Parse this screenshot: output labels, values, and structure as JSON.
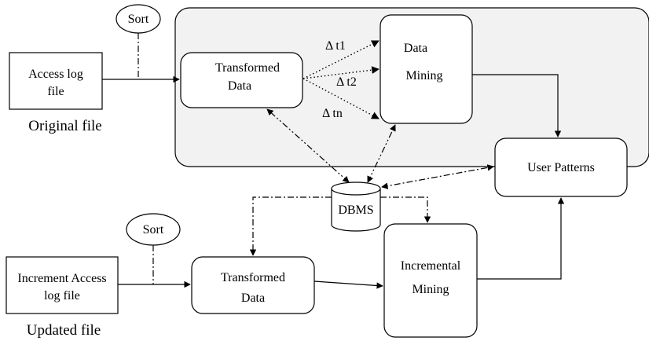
{
  "sort_top": "Sort",
  "sort_bottom": "Sort",
  "access_log_file": [
    "Access log",
    "file"
  ],
  "original_file_caption": "Original file",
  "transformed_data_top": [
    "Transformed",
    "Data"
  ],
  "data_mining": [
    "Data",
    "Mining"
  ],
  "delta_t1": "Δ t1",
  "delta_t2": "Δ t2",
  "delta_tn": "Δ tn",
  "user_patterns": "User Patterns",
  "dbms": "DBMS",
  "increment_access_log_file": [
    "Increment Access",
    "log file"
  ],
  "updated_file_caption": "Updated file",
  "transformed_data_bottom": [
    "Transformed",
    "Data"
  ],
  "incremental_mining": [
    "Incremental",
    "Mining"
  ]
}
